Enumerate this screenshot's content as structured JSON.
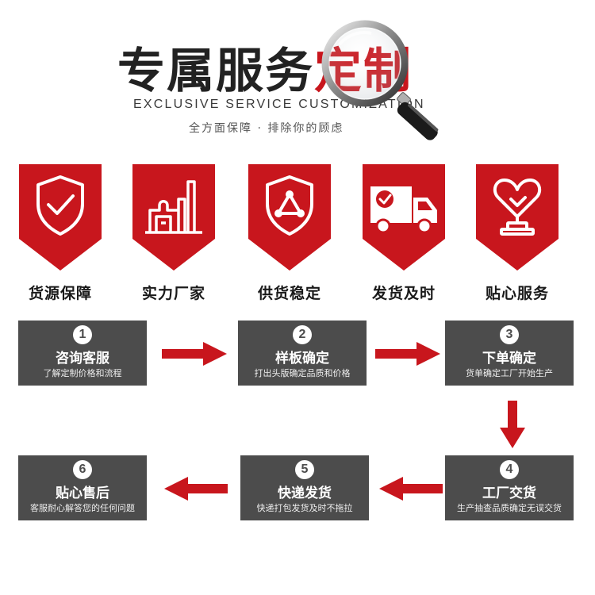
{
  "header": {
    "title_main": "专属服务",
    "title_accent": "定制",
    "subtitle_en": "EXCLUSIVE SERVICE CUSTOMIZATION",
    "subtitle_cn": "全方面保障 · 排除你的顾虑"
  },
  "features": [
    {
      "label": "货源保障",
      "icon": "shield-check-icon"
    },
    {
      "label": "实力厂家",
      "icon": "factory-icon"
    },
    {
      "label": "供货稳定",
      "icon": "shield-triangle-icon"
    },
    {
      "label": "发货及时",
      "icon": "delivery-truck-icon"
    },
    {
      "label": "贴心服务",
      "icon": "heart-trophy-icon"
    }
  ],
  "steps": [
    {
      "num": "1",
      "title": "咨询客服",
      "desc": "了解定制价格和流程"
    },
    {
      "num": "2",
      "title": "样板确定",
      "desc": "打出头版确定品质和价格"
    },
    {
      "num": "3",
      "title": "下单确定",
      "desc": "货单确定工厂开始生产"
    },
    {
      "num": "4",
      "title": "工厂交货",
      "desc": "生产抽查品质确定无误交货"
    },
    {
      "num": "5",
      "title": "快递发货",
      "desc": "快递打包发货及时不拖拉"
    },
    {
      "num": "6",
      "title": "贴心售后",
      "desc": "客服耐心解答您的任何问题"
    }
  ],
  "colors": {
    "accent": "#c8161d",
    "step_bg": "#4c4c4c",
    "badge_red": "#c8161d"
  }
}
